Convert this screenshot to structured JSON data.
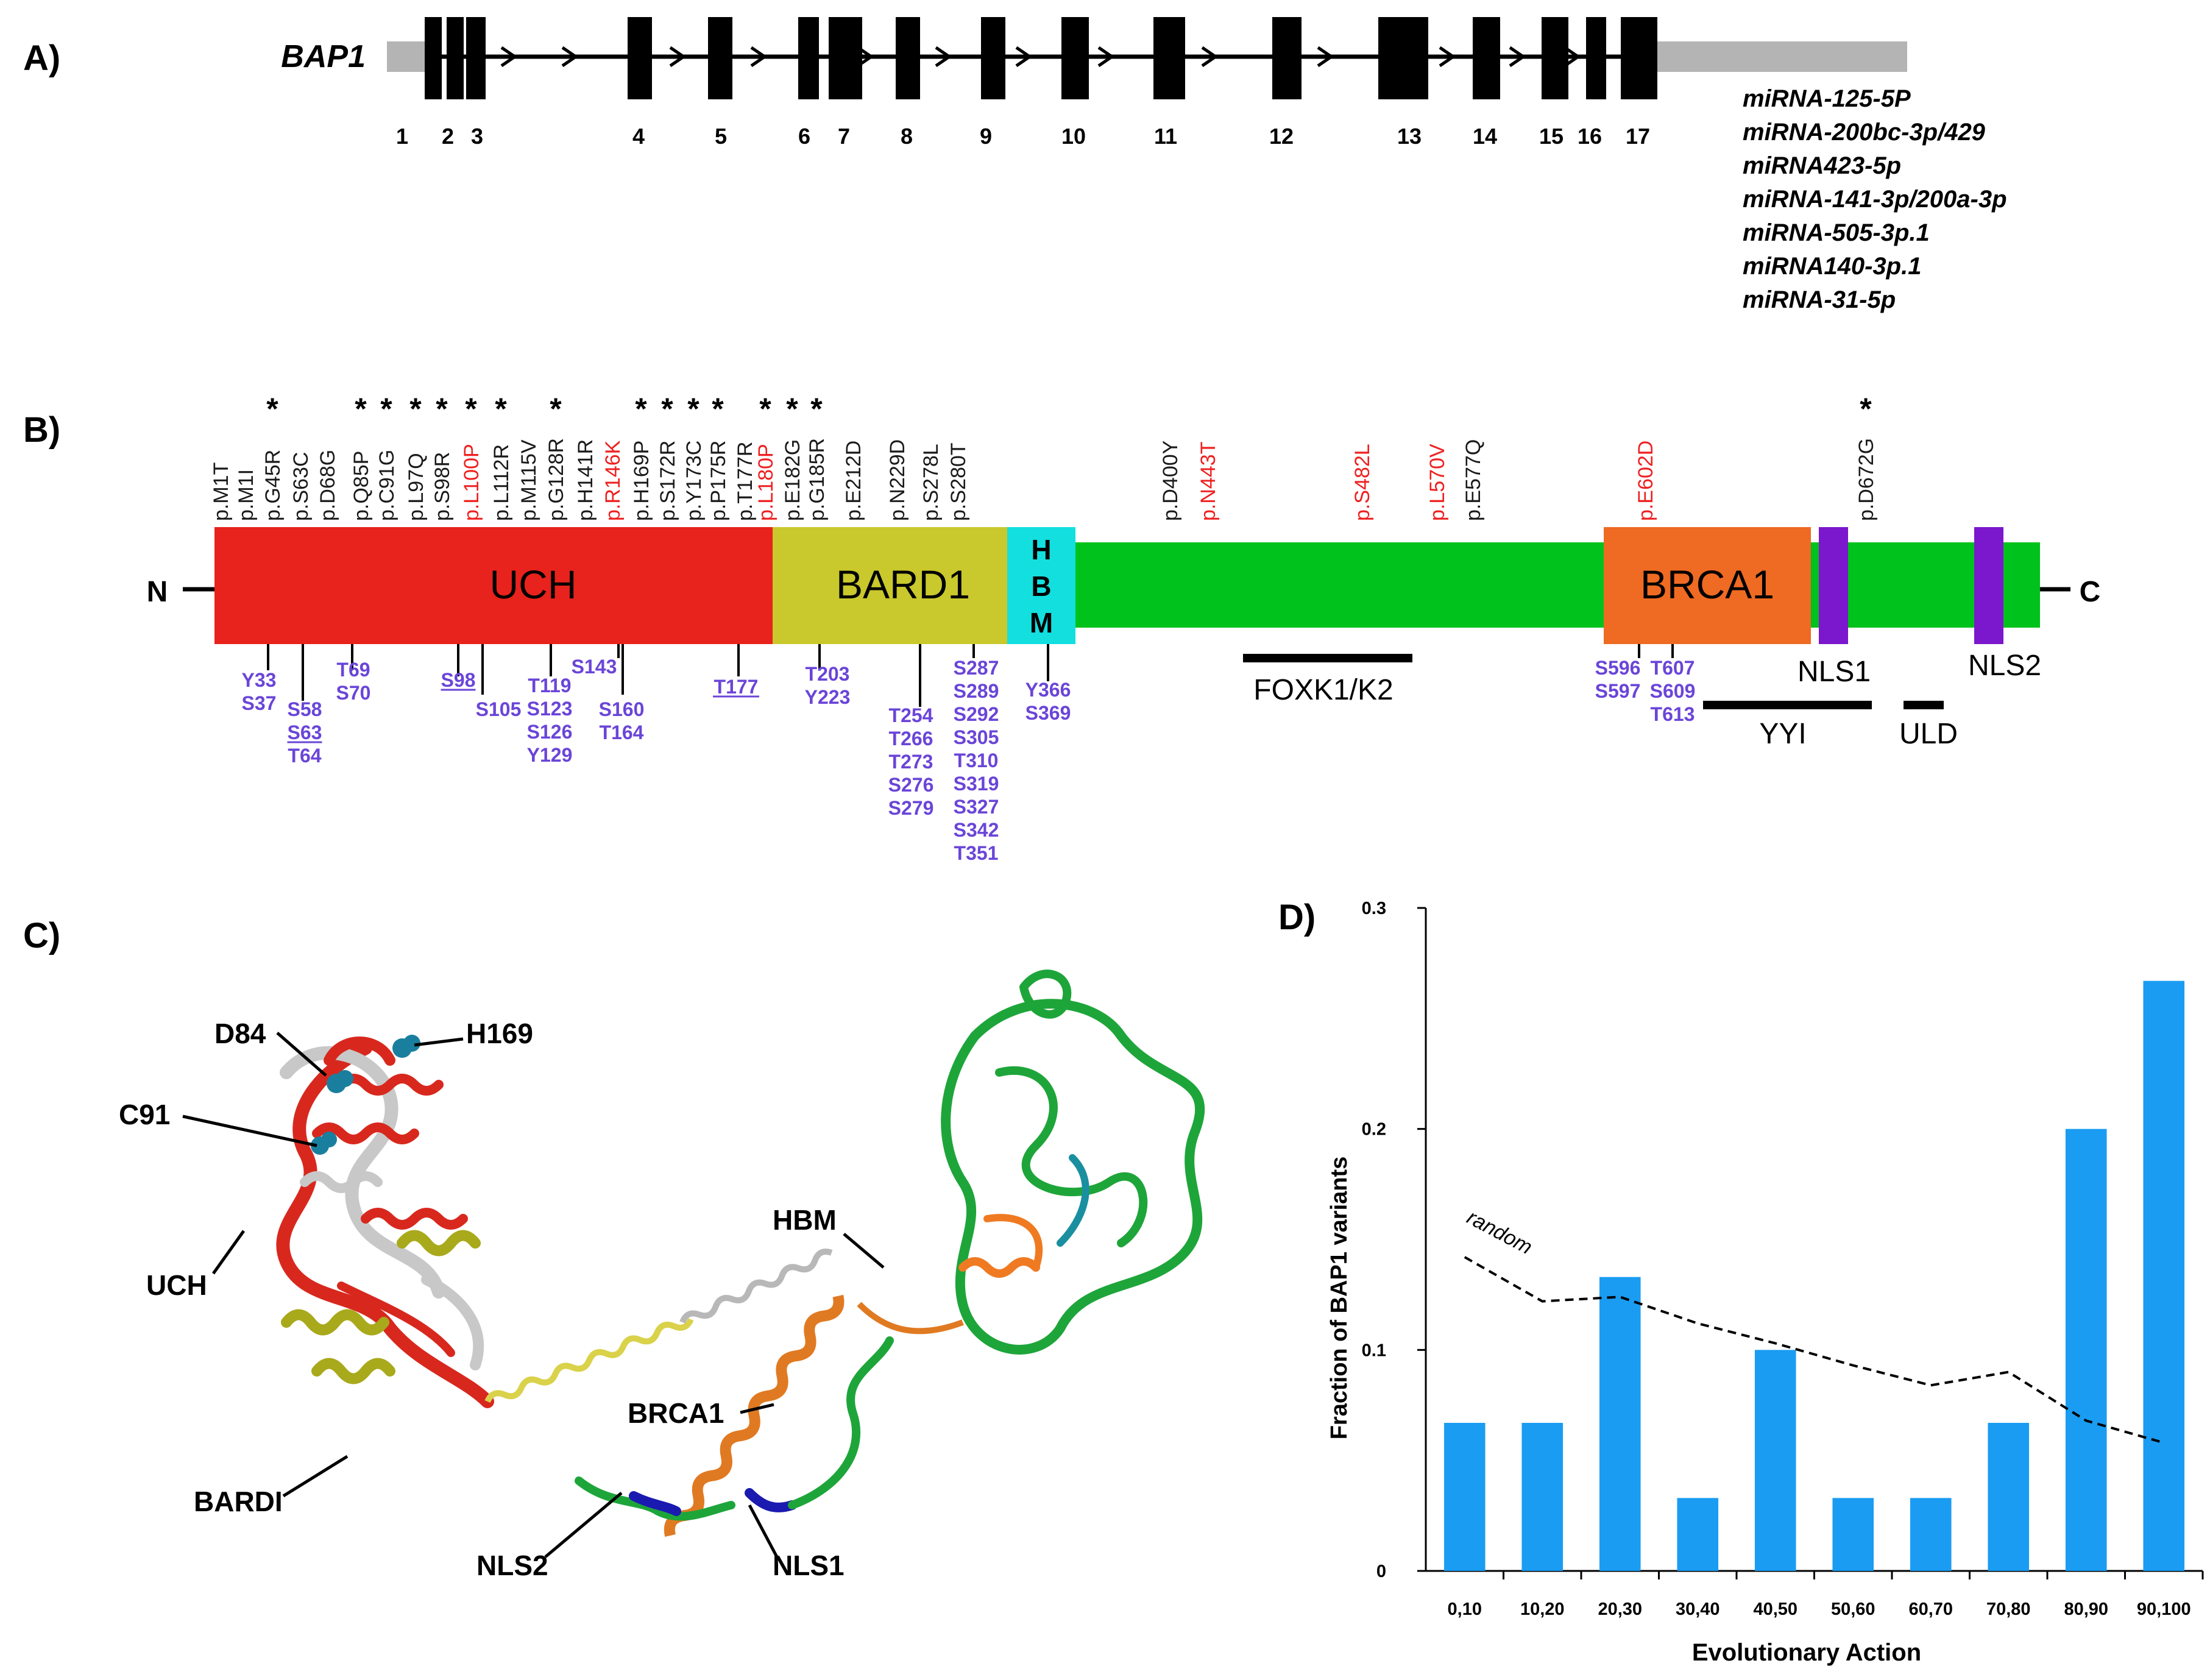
{
  "panel_labels": {
    "a": "A)",
    "b": "B)",
    "c": "C)",
    "d": "D)"
  },
  "panel_a": {
    "gene": "BAP1",
    "exons": [
      "1",
      "2",
      "3",
      "4",
      "5",
      "6",
      "7",
      "8",
      "9",
      "10",
      "11",
      "12",
      "13",
      "14",
      "15",
      "16",
      "17"
    ],
    "mirnas": [
      "miRNA-125-5P",
      "miRNA-200bc-3p/429",
      "miRNA423-5p",
      "miRNA-141-3p/200a-3p",
      "miRNA-505-3p.1",
      "miRNA140-3p.1",
      "miRNA-31-5p"
    ]
  },
  "panel_b": {
    "n_term": "N",
    "c_term": "C",
    "domains": {
      "uch": "UCH",
      "bard1": "BARD1",
      "hbm": [
        "H",
        "B",
        "M"
      ],
      "brca1": "BRCA1",
      "nls1": "NLS1",
      "nls2": "NLS2"
    },
    "regions": {
      "foxk": "FOXK1/K2",
      "yy1": "YYI",
      "uld": "ULD"
    },
    "variants": [
      {
        "label": "p.M1T",
        "star": false,
        "red": false
      },
      {
        "label": "p.M1I",
        "star": false,
        "red": false
      },
      {
        "label": "p.G45R",
        "star": true,
        "red": false
      },
      {
        "label": "p.S63C",
        "star": false,
        "red": false
      },
      {
        "label": "p.D68G",
        "star": false,
        "red": false
      },
      {
        "label": "p.Q85P",
        "star": true,
        "red": false
      },
      {
        "label": "p.C91G",
        "star": true,
        "red": false
      },
      {
        "label": "p.L97Q",
        "star": true,
        "red": false
      },
      {
        "label": "p.S98R",
        "star": true,
        "red": false
      },
      {
        "label": "p.L100P",
        "star": true,
        "red": true
      },
      {
        "label": "p.L112R",
        "star": true,
        "red": false
      },
      {
        "label": "p.M115V",
        "star": false,
        "red": false
      },
      {
        "label": "p.G128R",
        "star": true,
        "red": false
      },
      {
        "label": "p.H141R",
        "star": false,
        "red": false
      },
      {
        "label": "p.R146K",
        "star": false,
        "red": true
      },
      {
        "label": "p.H169P",
        "star": true,
        "red": false
      },
      {
        "label": "p.S172R",
        "star": true,
        "red": false
      },
      {
        "label": "p.Y173C",
        "star": true,
        "red": false
      },
      {
        "label": "p.P175R",
        "star": true,
        "red": false
      },
      {
        "label": "p.T177R",
        "star": false,
        "red": false
      },
      {
        "label": "p.L180P",
        "star": true,
        "red": true
      },
      {
        "label": "p.E182G",
        "star": true,
        "red": false
      },
      {
        "label": "p.G185R",
        "star": true,
        "red": false
      },
      {
        "label": "p.E212D",
        "star": false,
        "red": false
      },
      {
        "label": "p.N229D",
        "star": false,
        "red": false
      },
      {
        "label": "p.S278L",
        "star": false,
        "red": false
      },
      {
        "label": "p.S280T",
        "star": false,
        "red": false
      },
      {
        "label": "p.D400Y",
        "star": false,
        "red": false
      },
      {
        "label": "p.N443T",
        "star": false,
        "red": true
      },
      {
        "label": "p.S482L",
        "star": false,
        "red": true
      },
      {
        "label": "p.L570V",
        "star": false,
        "red": true
      },
      {
        "label": "p.E577Q",
        "star": false,
        "red": false
      },
      {
        "label": "p.E602D",
        "star": false,
        "red": true
      },
      {
        "label": "p.D672G",
        "star": true,
        "red": false
      }
    ],
    "sites": [
      {
        "lines": [
          "Y33",
          "S37"
        ],
        "u": []
      },
      {
        "lines": [
          "S58",
          "S63",
          "T64"
        ],
        "u": [
          1
        ]
      },
      {
        "lines": [
          "T69",
          "S70"
        ],
        "u": []
      },
      {
        "lines": [
          "S98"
        ],
        "u": [
          0
        ]
      },
      {
        "lines": [
          "S105"
        ],
        "u": []
      },
      {
        "lines": [
          "T119",
          "S123",
          "S126",
          "Y129"
        ],
        "u": []
      },
      {
        "lines": [
          "S143"
        ],
        "u": []
      },
      {
        "lines": [
          "S160",
          "T164"
        ],
        "u": []
      },
      {
        "lines": [
          "T177"
        ],
        "u": [
          0
        ]
      },
      {
        "lines": [
          "T203",
          "Y223"
        ],
        "u": []
      },
      {
        "lines": [
          "T254",
          "T266",
          "T273",
          "S276",
          "S279"
        ],
        "u": []
      },
      {
        "lines": [
          "S287",
          "S289",
          "S292",
          "S305",
          "T310",
          "S319",
          "S327",
          "S342",
          "T351"
        ],
        "u": []
      },
      {
        "lines": [
          "Y366",
          "S369"
        ],
        "u": []
      },
      {
        "lines": [
          "S596",
          "S597"
        ],
        "u": []
      },
      {
        "lines": [
          "T607",
          "S609",
          "T613"
        ],
        "u": []
      }
    ]
  },
  "panel_c": {
    "labels": [
      "D84",
      "H169",
      "C91",
      "UCH",
      "HBM",
      "BRCA1",
      "BARDI",
      "NLS2",
      "NLS1"
    ]
  },
  "chart_data": {
    "type": "bar",
    "categories": [
      "0,10",
      "10,20",
      "20,30",
      "30,40",
      "40,50",
      "50,60",
      "60,70",
      "70,80",
      "80,90",
      "90,100"
    ],
    "values": [
      0.067,
      0.067,
      0.133,
      0.033,
      0.1,
      0.033,
      0.033,
      0.067,
      0.2,
      0.267
    ],
    "random_line": {
      "name": "random",
      "values": [
        0.142,
        0.122,
        0.124,
        0.112,
        0.103,
        0.093,
        0.084,
        0.09,
        0.068,
        0.058
      ]
    },
    "xlabel": "Evolutionary Action",
    "ylabel": "Fraction of BAP1 variants",
    "ylim": [
      0,
      0.3
    ],
    "yticks": [
      "0",
      "0.1",
      "0.2",
      "0.3"
    ],
    "bar_color": "#1a9cf2",
    "grid": false
  },
  "colors": {
    "uch": "#e8221c",
    "bard1": "#c9c82c",
    "hbm": "#13dfdf",
    "body": "#00c21c",
    "brca1": "#ef6a22",
    "nls": "#7b17cc",
    "site_text": "#6a45d8",
    "red_text": "#ee2020",
    "utr": "#b4b4b4"
  }
}
